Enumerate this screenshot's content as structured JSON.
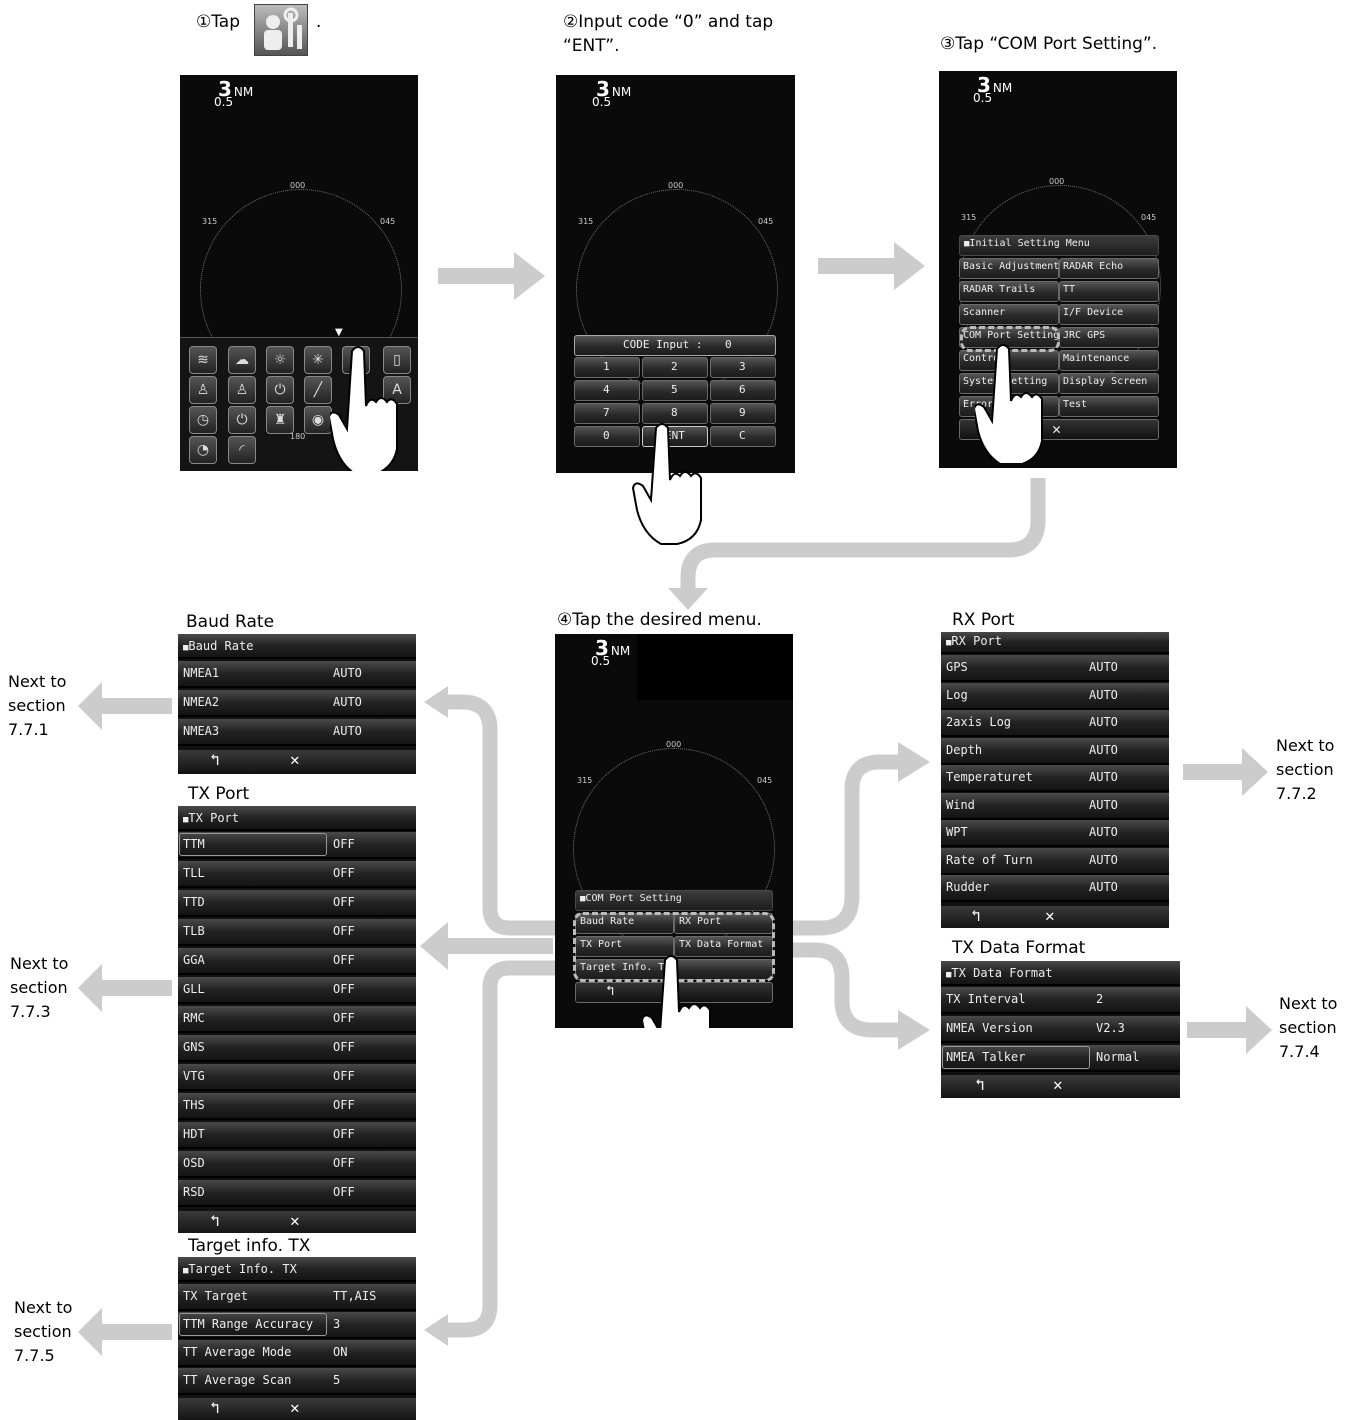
{
  "steps": {
    "s1": "①Tap",
    "s1_dot": ".",
    "s2": "②Input code “0” and tap\n“ENT”.",
    "s3": "③Tap “COM Port Setting”.",
    "s4": "④Tap the desired menu."
  },
  "radar": {
    "range": "3",
    "unit": "NM",
    "sub": "0.5",
    "bearing_000": "000",
    "bearing_315": "315",
    "bearing_045": "045",
    "bearing_180": "180"
  },
  "keypad": {
    "code_label": "CODE Input :",
    "code_value": "0",
    "keys": [
      "1",
      "2",
      "3",
      "4",
      "5",
      "6",
      "7",
      "8",
      "9",
      "0",
      "ENT",
      "C"
    ]
  },
  "initial_menu": {
    "title": "Initial Setting Menu",
    "rows": [
      [
        "Basic Adjustment",
        "RADAR Echo"
      ],
      [
        "RADAR Trails",
        "TT"
      ],
      [
        "Scanner",
        "I/F Device"
      ],
      [
        "COM Port Setting",
        "JRC GPS"
      ],
      [
        "Control",
        "Maintenance"
      ],
      [
        "System Setting",
        "Display Screen"
      ],
      [
        "Error Mask",
        "Test"
      ]
    ],
    "close": "✕"
  },
  "com_menu": {
    "title": "COM Port Setting",
    "rows": [
      [
        "Baud Rate",
        "RX Port"
      ],
      [
        "TX Port",
        "TX Data Format"
      ],
      [
        "Target Info. TX",
        ""
      ]
    ],
    "back": "↰"
  },
  "baud": {
    "caption": "Baud Rate",
    "title": "Baud Rate",
    "rows": [
      [
        "NMEA1",
        "AUTO"
      ],
      [
        "NMEA2",
        "AUTO"
      ],
      [
        "NMEA3",
        "AUTO"
      ]
    ],
    "next": "Next to\nsection\n7.7.1"
  },
  "txport": {
    "caption": "TX Port",
    "title": "TX Port",
    "rows": [
      [
        "TTM",
        "OFF"
      ],
      [
        "TLL",
        "OFF"
      ],
      [
        "TTD",
        "OFF"
      ],
      [
        "TLB",
        "OFF"
      ],
      [
        "GGA",
        "OFF"
      ],
      [
        "GLL",
        "OFF"
      ],
      [
        "RMC",
        "OFF"
      ],
      [
        "GNS",
        "OFF"
      ],
      [
        "VTG",
        "OFF"
      ],
      [
        "THS",
        "OFF"
      ],
      [
        "HDT",
        "OFF"
      ],
      [
        "OSD",
        "OFF"
      ],
      [
        "RSD",
        "OFF"
      ]
    ],
    "next": "Next to\nsection\n7.7.3"
  },
  "target": {
    "caption": "Target info. TX",
    "title": "Target Info. TX",
    "rows": [
      [
        "TX Target",
        "TT,AIS"
      ],
      [
        "TTM Range Accuracy",
        "3"
      ],
      [
        "TT Average Mode",
        "ON"
      ],
      [
        "TT Average Scan",
        "5"
      ]
    ],
    "next": "Next to\nsection\n7.7.5"
  },
  "rxport": {
    "caption": "RX Port",
    "title": "RX Port",
    "rows": [
      [
        "GPS",
        "AUTO"
      ],
      [
        "Log",
        "AUTO"
      ],
      [
        "2axis Log",
        "AUTO"
      ],
      [
        "Depth",
        "AUTO"
      ],
      [
        "Temperaturet",
        "AUTO"
      ],
      [
        "Wind",
        "AUTO"
      ],
      [
        "WPT",
        "AUTO"
      ],
      [
        "Rate of Turn",
        "AUTO"
      ],
      [
        "Rudder",
        "AUTO"
      ]
    ],
    "next": "Next to\nsection\n7.7.2"
  },
  "txdata": {
    "caption": "TX Data Format",
    "title": "TX Data Format",
    "rows": [
      [
        "TX Interval",
        "2"
      ],
      [
        "NMEA Version",
        "V2.3"
      ],
      [
        "NMEA Talker",
        "Normal"
      ]
    ],
    "next": "Next to\nsection\n7.7.4"
  },
  "footer": {
    "back": "↰",
    "close": "✕"
  }
}
